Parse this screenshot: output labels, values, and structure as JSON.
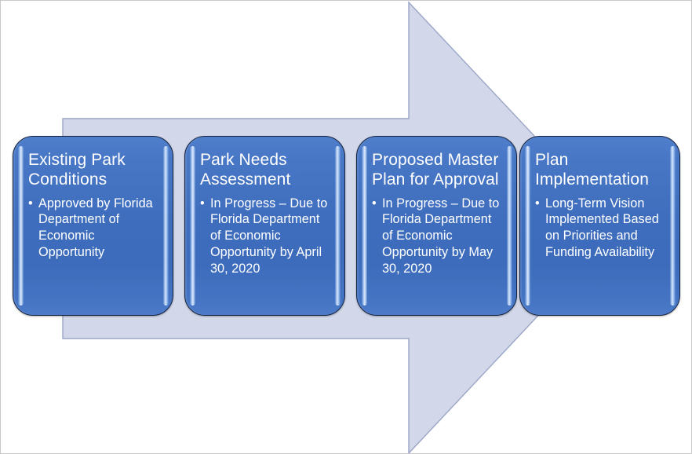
{
  "diagram": {
    "type": "process-arrow",
    "title_text": null,
    "background_color": "#ffffff",
    "arrow": {
      "name": "right-pointing-process-arrow",
      "fill_color": "#d2d8ea",
      "stroke_color": "#9aa6c6",
      "direction": "right"
    },
    "box_style": {
      "fill_color": "#4472c4",
      "border_color": "#16233f",
      "text_color": "#ffffff"
    },
    "stages": [
      {
        "id": "existing-park-conditions",
        "title": "Existing Park\nConditions",
        "bullet_char": "•",
        "bullets": [
          "Approved by Florida Department of Economic Opportunity"
        ]
      },
      {
        "id": "park-needs-assessment",
        "title": "Park Needs\nAssessment",
        "bullet_char": "•",
        "bullets": [
          "In Progress – Due to Florida Department of Economic Opportunity by April 30, 2020"
        ]
      },
      {
        "id": "proposed-master-plan-for-approval",
        "title": "Proposed Master\nPlan for Approval",
        "bullet_char": "•",
        "bullets": [
          "In Progress – Due to Florida Department of Economic Opportunity by May 30, 2020"
        ]
      },
      {
        "id": "plan-implementation",
        "title": "Plan\nImplementation",
        "bullet_char": "•",
        "bullets": [
          "Long-Term Vision Implemented Based on Priorities and Funding Availability"
        ]
      }
    ]
  }
}
